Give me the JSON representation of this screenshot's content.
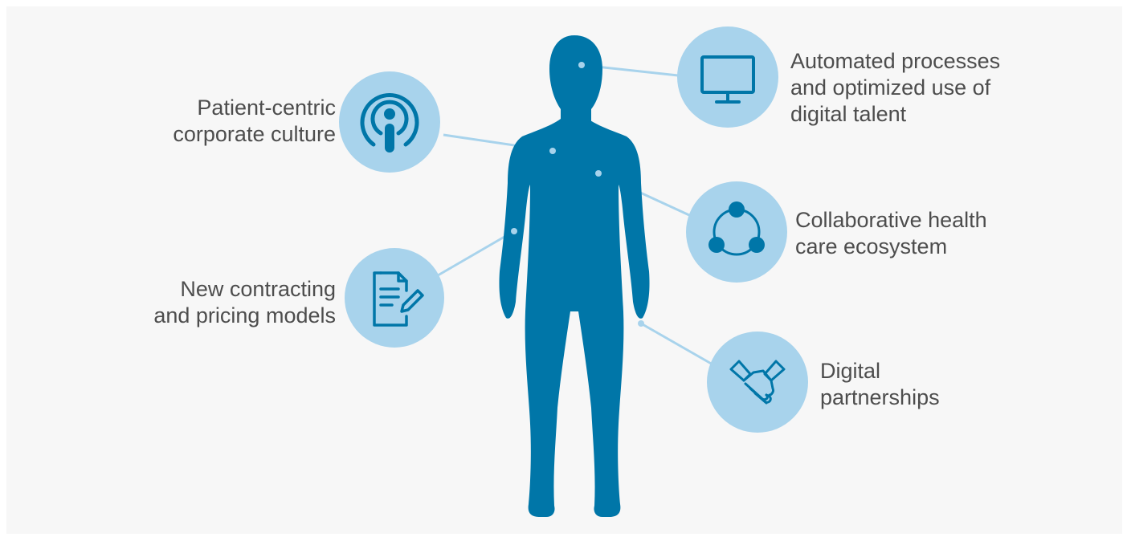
{
  "colors": {
    "figure": "#0076a8",
    "circle": "#a8d3ec",
    "icon": "#0076a8",
    "connector": "#a8d3ec",
    "text": "#4d4d4d",
    "background": "#f7f7f7"
  },
  "items": [
    {
      "id": "patient",
      "icon": "podcast-icon",
      "lines": [
        "Patient-centric",
        "corporate culture"
      ]
    },
    {
      "id": "contracting",
      "icon": "document-edit-icon",
      "lines": [
        "New contracting",
        "and pricing models"
      ]
    },
    {
      "id": "automation",
      "icon": "monitor-icon",
      "lines": [
        "Automated processes",
        "and optimized use of",
        "digital talent"
      ]
    },
    {
      "id": "ecosystem",
      "icon": "network-icon",
      "lines": [
        "Collaborative health",
        "care ecosystem"
      ]
    },
    {
      "id": "partnerships",
      "icon": "handshake-icon",
      "lines": [
        "Digital",
        "partnerships"
      ]
    }
  ]
}
